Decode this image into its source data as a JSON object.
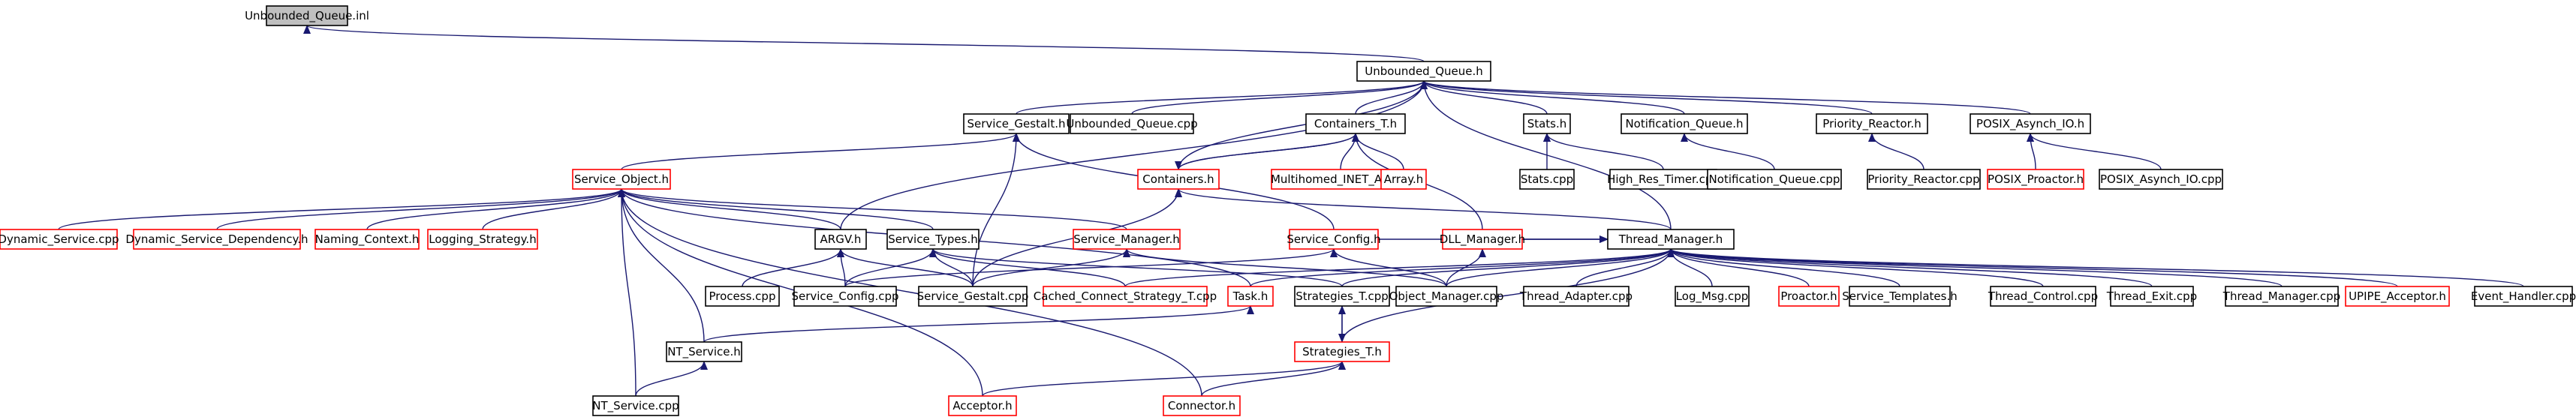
{
  "colors": {
    "edge": "#191970",
    "root_fill": "#bfbfbf",
    "normal_border": "#000000",
    "red_border": "#ff0000",
    "fill": "#ffffff"
  },
  "nodes": [
    {
      "id": "root",
      "label": "Unbounded_Queue.inl",
      "style": "root"
    },
    {
      "id": "uq",
      "label": "Unbounded_Queue.h",
      "style": "black"
    },
    {
      "id": "sg",
      "label": "Service_Gestalt.h",
      "style": "black"
    },
    {
      "id": "uqc",
      "label": "Unbounded_Queue.cpp",
      "style": "black"
    },
    {
      "id": "ct",
      "label": "Containers_T.h",
      "style": "black"
    },
    {
      "id": "stats",
      "label": "Stats.h",
      "style": "black"
    },
    {
      "id": "nq",
      "label": "Notification_Queue.h",
      "style": "black"
    },
    {
      "id": "pr",
      "label": "Priority_Reactor.h",
      "style": "black"
    },
    {
      "id": "pai",
      "label": "POSIX_Asynch_IO.h",
      "style": "black"
    },
    {
      "id": "so",
      "label": "Service_Object.h",
      "style": "red"
    },
    {
      "id": "cont",
      "label": "Containers.h",
      "style": "red"
    },
    {
      "id": "mia",
      "label": "Multihomed_INET_Addr.h",
      "style": "red"
    },
    {
      "id": "arr",
      "label": "Array.h",
      "style": "red"
    },
    {
      "id": "statscpp",
      "label": "Stats.cpp",
      "style": "black"
    },
    {
      "id": "hrt",
      "label": "High_Res_Timer.cpp",
      "style": "black"
    },
    {
      "id": "nqc",
      "label": "Notification_Queue.cpp",
      "style": "black"
    },
    {
      "id": "prc",
      "label": "Priority_Reactor.cpp",
      "style": "black"
    },
    {
      "id": "pp",
      "label": "POSIX_Proactor.h",
      "style": "red"
    },
    {
      "id": "paic",
      "label": "POSIX_Asynch_IO.cpp",
      "style": "black"
    },
    {
      "id": "ds",
      "label": "Dynamic_Service.cpp",
      "style": "red"
    },
    {
      "id": "dsd",
      "label": "Dynamic_Service_Dependency.h",
      "style": "red"
    },
    {
      "id": "nc",
      "label": "Naming_Context.h",
      "style": "red"
    },
    {
      "id": "ls",
      "label": "Logging_Strategy.h",
      "style": "red"
    },
    {
      "id": "argv",
      "label": "ARGV.h",
      "style": "black"
    },
    {
      "id": "st",
      "label": "Service_Types.h",
      "style": "black"
    },
    {
      "id": "sm",
      "label": "Service_Manager.h",
      "style": "red"
    },
    {
      "id": "sc",
      "label": "Service_Config.h",
      "style": "red"
    },
    {
      "id": "dll",
      "label": "DLL_Manager.h",
      "style": "red"
    },
    {
      "id": "tm",
      "label": "Thread_Manager.h",
      "style": "black"
    },
    {
      "id": "proc",
      "label": "Process.cpp",
      "style": "black"
    },
    {
      "id": "scc",
      "label": "Service_Config.cpp",
      "style": "black"
    },
    {
      "id": "sgc",
      "label": "Service_Gestalt.cpp",
      "style": "black"
    },
    {
      "id": "ccst",
      "label": "Cached_Connect_Strategy_T.cpp",
      "style": "red"
    },
    {
      "id": "task",
      "label": "Task.h",
      "style": "red"
    },
    {
      "id": "stc",
      "label": "Strategies_T.cpp",
      "style": "black"
    },
    {
      "id": "om",
      "label": "Object_Manager.cpp",
      "style": "black"
    },
    {
      "id": "ta",
      "label": "Thread_Adapter.cpp",
      "style": "black"
    },
    {
      "id": "lm",
      "label": "Log_Msg.cpp",
      "style": "black"
    },
    {
      "id": "proa",
      "label": "Proactor.h",
      "style": "red"
    },
    {
      "id": "stmp",
      "label": "Service_Templates.h",
      "style": "black"
    },
    {
      "id": "tc",
      "label": "Thread_Control.cpp",
      "style": "black"
    },
    {
      "id": "te",
      "label": "Thread_Exit.cpp",
      "style": "black"
    },
    {
      "id": "tmc",
      "label": "Thread_Manager.cpp",
      "style": "black"
    },
    {
      "id": "upa",
      "label": "UPIPE_Acceptor.h",
      "style": "red"
    },
    {
      "id": "eh",
      "label": "Event_Handler.cpp",
      "style": "black"
    },
    {
      "id": "nts",
      "label": "NT_Service.h",
      "style": "black"
    },
    {
      "id": "sth",
      "label": "Strategies_T.h",
      "style": "red"
    },
    {
      "id": "ntsc",
      "label": "NT_Service.cpp",
      "style": "black"
    },
    {
      "id": "acc",
      "label": "Acceptor.h",
      "style": "red"
    },
    {
      "id": "conn",
      "label": "Connector.h",
      "style": "red"
    }
  ],
  "edges": [
    [
      "uq",
      "root"
    ],
    [
      "sg",
      "uq"
    ],
    [
      "uqc",
      "uq"
    ],
    [
      "ct",
      "uq"
    ],
    [
      "stats",
      "uq"
    ],
    [
      "nq",
      "uq"
    ],
    [
      "pr",
      "uq"
    ],
    [
      "pai",
      "uq"
    ],
    [
      "tm",
      "uq"
    ],
    [
      "argv",
      "uq"
    ],
    [
      "so",
      "sg"
    ],
    [
      "sgc",
      "sg"
    ],
    [
      "sc",
      "sg"
    ],
    [
      "cont",
      "ct"
    ],
    [
      "mia",
      "ct"
    ],
    [
      "arr",
      "ct"
    ],
    [
      "dll",
      "ct"
    ],
    [
      "cont",
      "uq"
    ],
    [
      "ct",
      "cont"
    ],
    [
      "statscpp",
      "stats"
    ],
    [
      "hrt",
      "stats"
    ],
    [
      "nqc",
      "nq"
    ],
    [
      "prc",
      "pr"
    ],
    [
      "pp",
      "pai"
    ],
    [
      "paic",
      "pai"
    ],
    [
      "ds",
      "so"
    ],
    [
      "dsd",
      "so"
    ],
    [
      "nc",
      "so"
    ],
    [
      "ls",
      "so"
    ],
    [
      "argv",
      "so"
    ],
    [
      "st",
      "so"
    ],
    [
      "sm",
      "so"
    ],
    [
      "task",
      "so"
    ],
    [
      "nts",
      "so"
    ],
    [
      "ntsc",
      "so"
    ],
    [
      "acc",
      "so"
    ],
    [
      "conn",
      "so"
    ],
    [
      "tm",
      "cont"
    ],
    [
      "sgc",
      "cont"
    ],
    [
      "scc",
      "sc"
    ],
    [
      "om",
      "sc"
    ],
    [
      "om",
      "dll"
    ],
    [
      "proc",
      "argv"
    ],
    [
      "scc",
      "argv"
    ],
    [
      "sgc",
      "argv"
    ],
    [
      "scc",
      "st"
    ],
    [
      "sgc",
      "st"
    ],
    [
      "ccst",
      "st"
    ],
    [
      "stc",
      "st"
    ],
    [
      "sgc",
      "sm"
    ],
    [
      "om",
      "sm"
    ],
    [
      "dll",
      "tm"
    ],
    [
      "sc",
      "tm"
    ],
    [
      "ccst",
      "tm"
    ],
    [
      "task",
      "tm"
    ],
    [
      "stc",
      "tm"
    ],
    [
      "om",
      "tm"
    ],
    [
      "ta",
      "tm"
    ],
    [
      "lm",
      "tm"
    ],
    [
      "proa",
      "tm"
    ],
    [
      "stmp",
      "tm"
    ],
    [
      "tc",
      "tm"
    ],
    [
      "te",
      "tm"
    ],
    [
      "tmc",
      "tm"
    ],
    [
      "upa",
      "tm"
    ],
    [
      "eh",
      "tm"
    ],
    [
      "sth",
      "tm"
    ],
    [
      "nts",
      "task"
    ],
    [
      "sth",
      "stc"
    ],
    [
      "stc",
      "sth"
    ],
    [
      "acc",
      "sth"
    ],
    [
      "conn",
      "sth"
    ],
    [
      "ntsc",
      "nts"
    ]
  ]
}
